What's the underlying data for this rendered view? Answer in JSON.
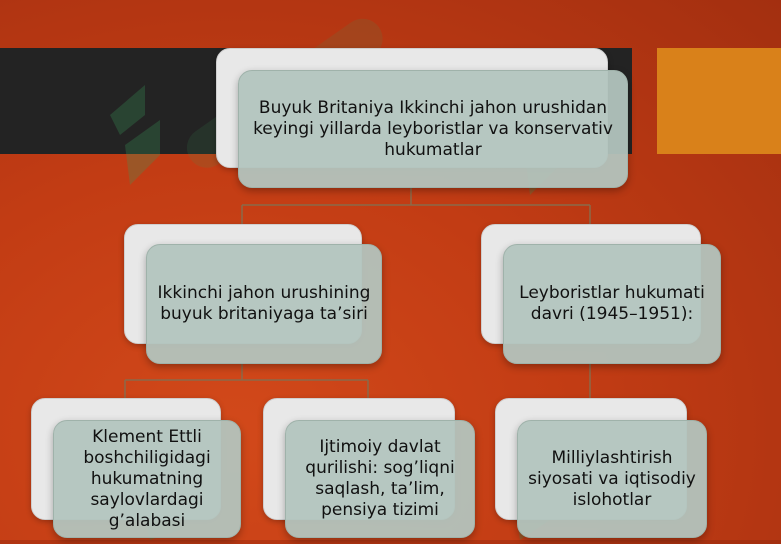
{
  "diagram": {
    "root": {
      "label": "Buyuk Britaniya Ikkinchi jahon urushidan keyingi yillarda leyboristlar va konservativ hukumatlar"
    },
    "level2": [
      {
        "label": "Ikkinchi jahon urushining buyuk britaniyaga ta’siri"
      },
      {
        "label": "Leyboristlar hukumati davri (1945–1951):"
      }
    ],
    "level3": [
      {
        "label": "Klement Ettli boshchiligidagi hukumatning saylovlardagi g’alabasi"
      },
      {
        "label": "Ijtimoiy davlat qurilishi: sog’liqni saqlash, ta’lim, pensiya tizimi"
      },
      {
        "label": "Milliylashtirish siyosati va iqtisodiy islohotlar"
      }
    ]
  },
  "colors": {
    "background": "#c23c14",
    "dark_band": "#232323",
    "orange_block": "#d9811a",
    "box_front": "#b3c5be",
    "box_back": "#e8e8e8",
    "connector": "#8a6a4a"
  }
}
